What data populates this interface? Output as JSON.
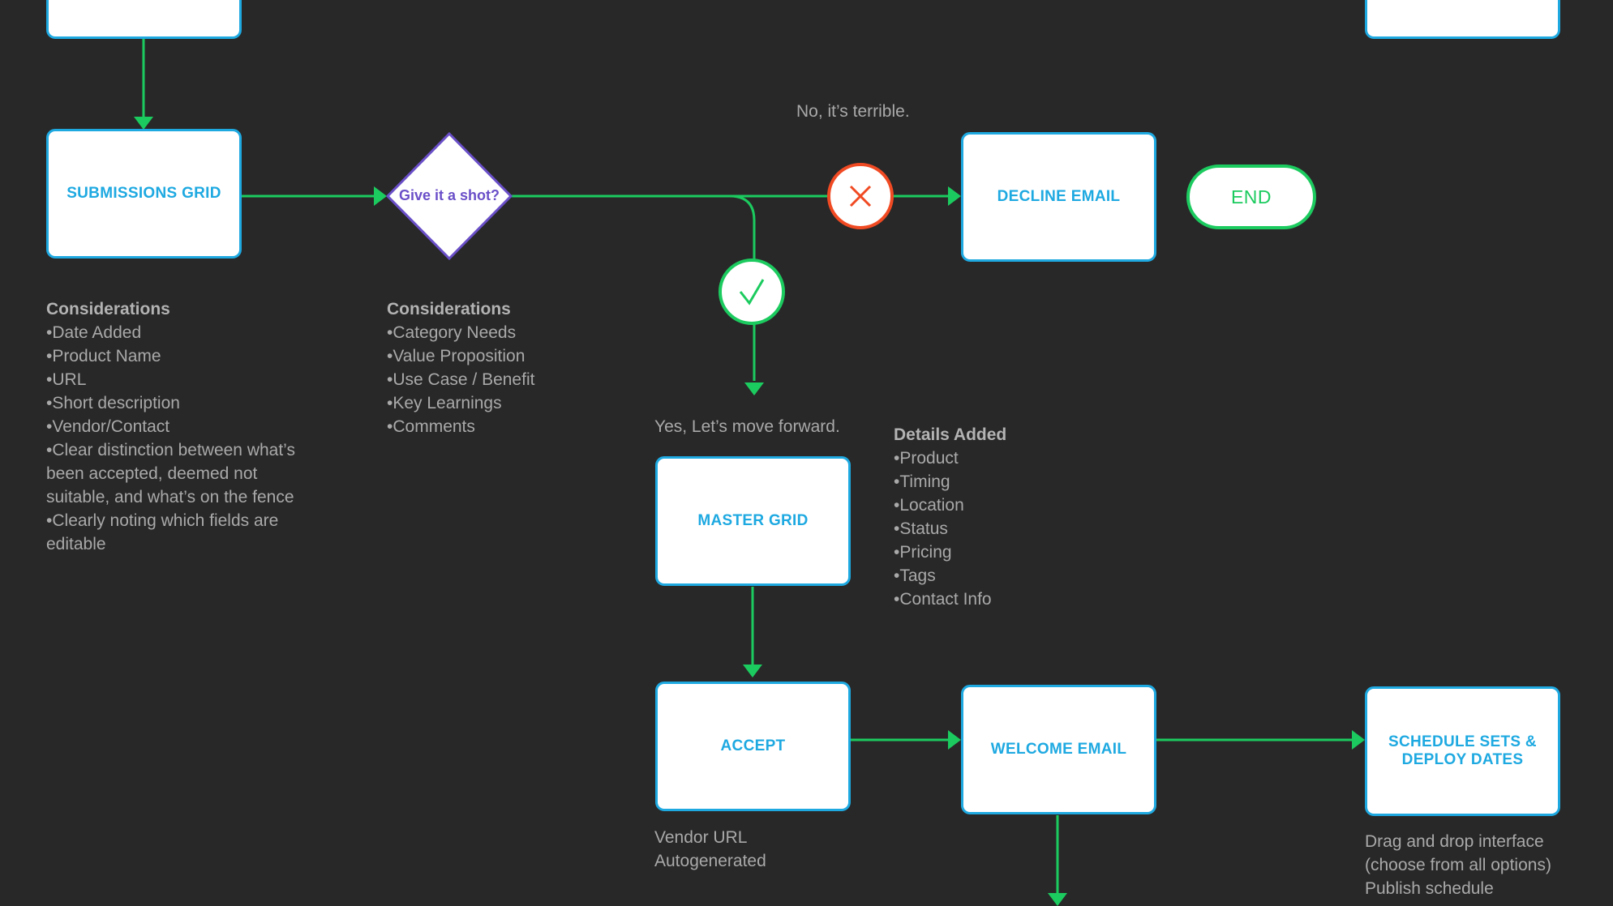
{
  "colors": {
    "background": "#282828",
    "connector": "#1ccb5f",
    "box_border": "#1ea9e1",
    "box_text": "#1ea9e1",
    "decision": "#6a4fc8",
    "decline": "#f04a23",
    "note_text": "#a9a9a9"
  },
  "nodes": {
    "submissions_grid": "SUBMISSIONS GRID",
    "decision": "Give it a shot?",
    "decline_email": "DECLINE EMAIL",
    "end": "END",
    "master_grid": "MASTER GRID",
    "accept": "ACCEPT",
    "welcome_email": "WELCOME EMAIL",
    "schedule_line1": "SCHEDULE SETS &",
    "schedule_line2": "DEPLOY DATES"
  },
  "branches": {
    "no": "No, it’s terrible.",
    "yes": "Yes, Let’s move forward."
  },
  "notes": {
    "submissions": {
      "heading": "Considerations",
      "items": [
        "Date Added",
        "Product Name",
        "URL",
        "Short description",
        "Vendor/Contact",
        "Clear distinction between what’s been accepted, deemed not suitable, and what’s on the fence",
        "Clearly noting which fields are editable"
      ]
    },
    "decision": {
      "heading": "Considerations",
      "items": [
        "Category Needs",
        "Value Proposition",
        "Use Case / Benefit",
        "Key Learnings",
        "Comments"
      ]
    },
    "master": {
      "heading": "Details Added",
      "items": [
        "Product",
        "Timing",
        "Location",
        "Status",
        "Pricing",
        "Tags",
        "Contact Info"
      ]
    },
    "accept": {
      "line1": "Vendor URL",
      "line2": "Autogenerated"
    },
    "schedule": {
      "line1": "Drag and drop interface",
      "line2": "(choose from all options)",
      "line3": "Publish schedule"
    }
  },
  "icons": {
    "check": "check-icon",
    "decline": "x-icon",
    "arrow": "arrow-head-icon"
  }
}
